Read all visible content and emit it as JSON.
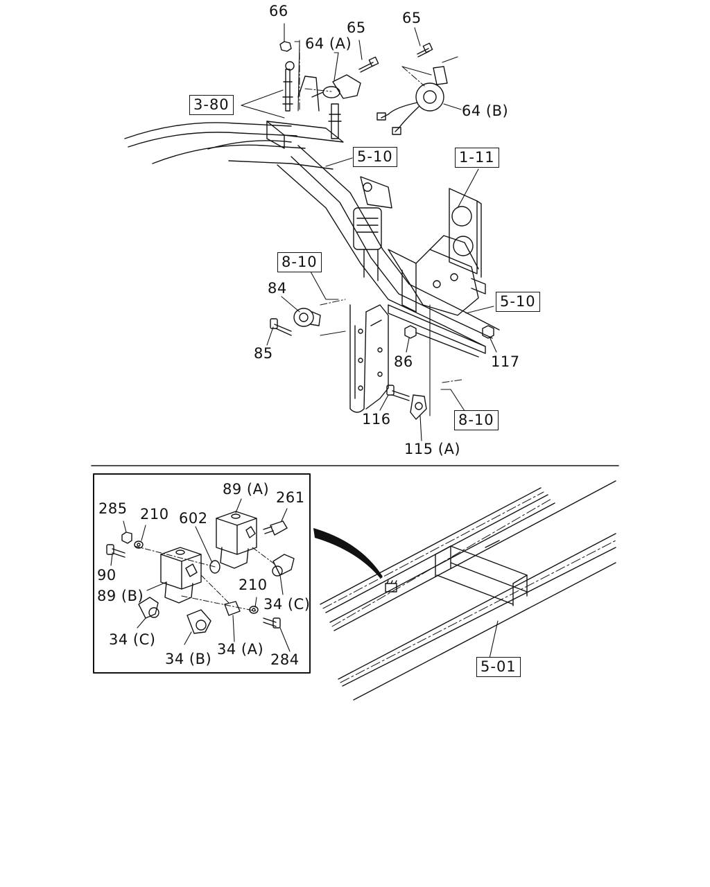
{
  "callouts": {
    "c66": "66",
    "c64a": "64 (A)",
    "c65a": "65",
    "c65b": "65",
    "c64b": "64 (B)",
    "c84": "84",
    "c85": "85",
    "c86": "86",
    "c117": "117",
    "c116": "116",
    "c115a": "115 (A)",
    "c285": "285",
    "c210a": "210",
    "c602": "602",
    "c89a": "89 (A)",
    "c261": "261",
    "c90": "90",
    "c89b": "89 (B)",
    "c210b": "210",
    "c34c1": "34 (C)",
    "c34c2": "34 (C)",
    "c34b": "34 (B)",
    "c34a": "34 (A)",
    "c284": "284"
  },
  "references": {
    "r380": "3-80",
    "r510a": "5-10",
    "r111": "1-11",
    "r810a": "8-10",
    "r510b": "5-10",
    "r810b": "8-10",
    "r501": "5-01"
  }
}
